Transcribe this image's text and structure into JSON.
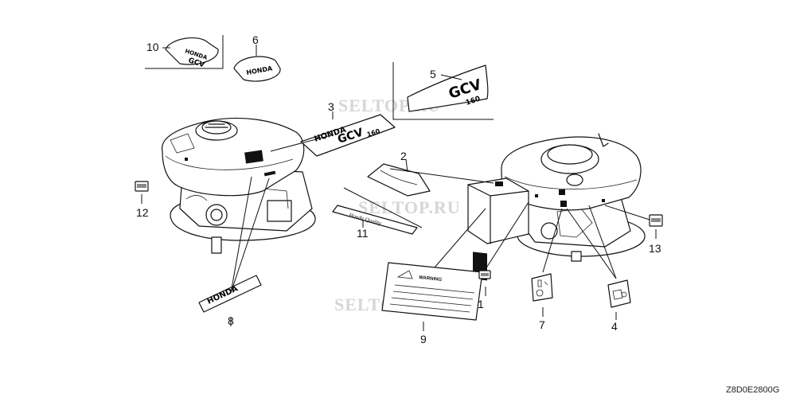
{
  "watermarks": [
    "SELTOP.RU",
    "SELTOP.RU",
    "SELTOP.RU"
  ],
  "callouts": {
    "n1": "1",
    "n2": "2",
    "n3": "3",
    "n4": "4",
    "n5": "5",
    "n6": "6",
    "n7": "7",
    "n8": "8",
    "n9": "9",
    "n10": "10",
    "n11": "11",
    "n12": "12",
    "n13": "13"
  },
  "label_texts": {
    "honda": "HONDA",
    "gcv": "GCV",
    "model": "160",
    "warning": "WARNING",
    "signature": "Honda Quality"
  },
  "diagram_code": "Z8D0E2800G"
}
